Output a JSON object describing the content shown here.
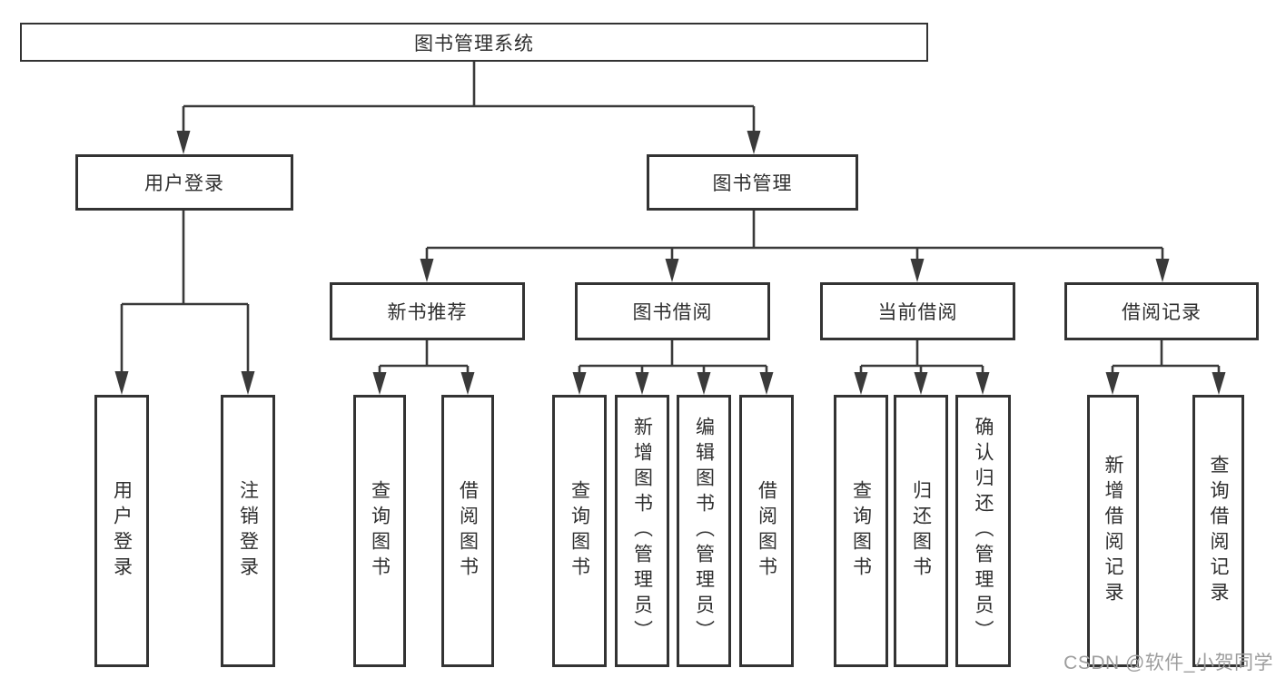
{
  "tree": {
    "root": {
      "label": "图书管理系统"
    },
    "branches": [
      {
        "label": "用户登录",
        "children": [
          {
            "label": "用户登录"
          },
          {
            "label": "注销登录"
          }
        ]
      },
      {
        "label": "图书管理",
        "children": [
          {
            "label": "新书推荐",
            "children": [
              {
                "label": "查询图书"
              },
              {
                "label": "借阅图书"
              }
            ]
          },
          {
            "label": "图书借阅",
            "children": [
              {
                "label": "查询图书"
              },
              {
                "label": "新增图书（管理员）"
              },
              {
                "label": "编辑图书（管理员）"
              },
              {
                "label": "借阅图书"
              }
            ]
          },
          {
            "label": "当前借阅",
            "children": [
              {
                "label": "查询图书"
              },
              {
                "label": "归还图书"
              },
              {
                "label": "确认归还（管理员）"
              }
            ]
          },
          {
            "label": "借阅记录",
            "children": [
              {
                "label": "新增借阅记录"
              },
              {
                "label": "查询借阅记录"
              }
            ]
          }
        ]
      }
    ]
  },
  "watermark": "CSDN @软件_小贺同学",
  "colors": {
    "line": "#3a3a3a",
    "border": "#333333",
    "text": "#2f2f2f",
    "watermark": "#9d9d9d",
    "background": "#ffffff"
  }
}
